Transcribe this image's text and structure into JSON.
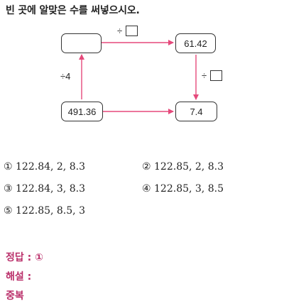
{
  "question": "빈 곳에 알맞은 수를 써넣으시오.",
  "diagram": {
    "top_left_value": "",
    "top_right_value": "61.42",
    "bottom_left_value": "491.36",
    "bottom_right_value": "7.4",
    "top_operator": "÷",
    "right_operator": "÷",
    "left_operator": "÷4",
    "arrow_color": "#e5497b"
  },
  "choices": [
    {
      "number": "①",
      "text": "122.84, 2, 8.3"
    },
    {
      "number": "②",
      "text": "122.85, 2, 8.3"
    },
    {
      "number": "③",
      "text": "122.84, 3, 8.3"
    },
    {
      "number": "④",
      "text": "122.85, 3, 8.5"
    },
    {
      "number": "⑤",
      "text": "122.85, 8.5, 3"
    }
  ],
  "answer": {
    "label": "정답 :",
    "value": "①"
  },
  "explanation": {
    "label": "해설 :"
  },
  "tag": "중복"
}
